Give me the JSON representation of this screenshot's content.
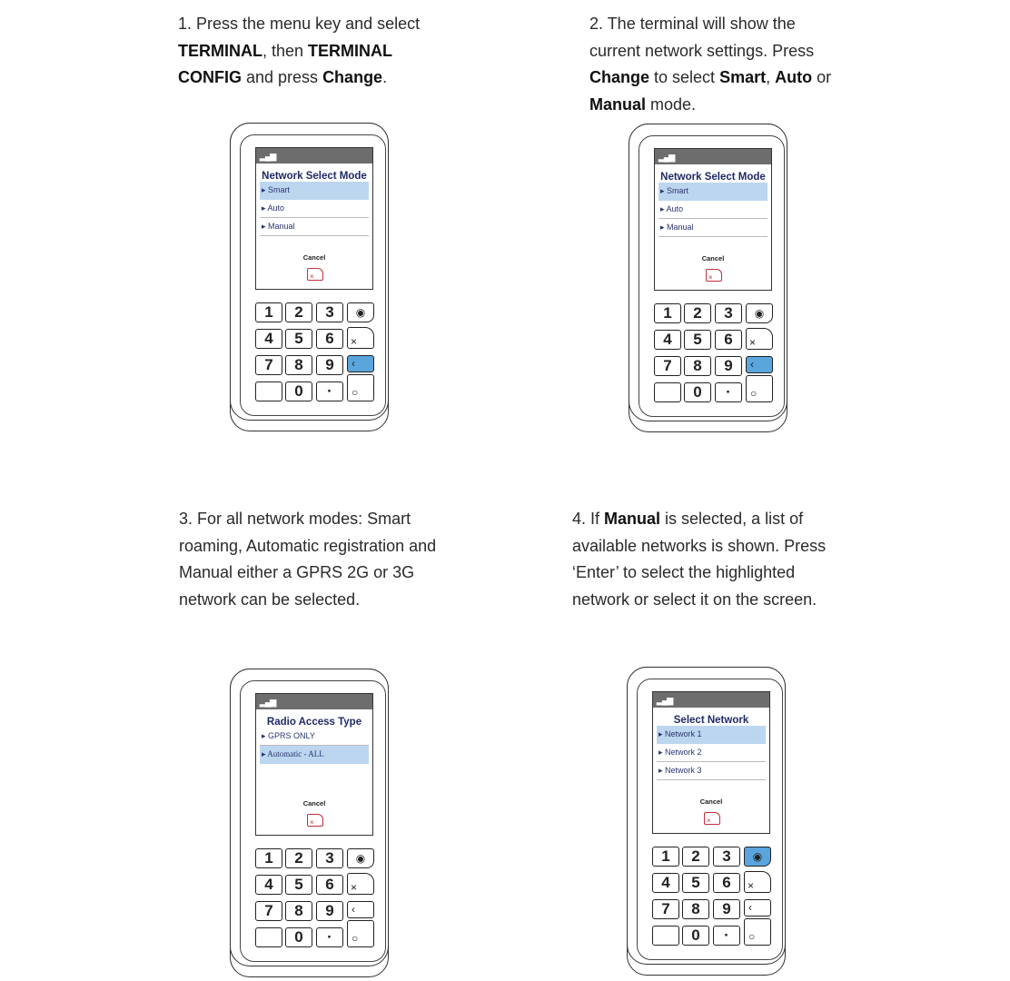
{
  "steps": [
    {
      "parts": [
        [
          "1. Press the menu key and select ",
          0
        ],
        [
          "TERMINAL",
          1
        ],
        [
          ", then ",
          0
        ],
        [
          "TERMINAL CONFIG",
          1
        ],
        [
          " and press ",
          0
        ],
        [
          "Change",
          1
        ],
        [
          ".",
          0
        ]
      ]
    },
    {
      "parts": [
        [
          "2. The terminal will show the current network settings. Press ",
          0
        ],
        [
          "Change",
          1
        ],
        [
          " to select ",
          0
        ],
        [
          "Smart",
          1
        ],
        [
          ", ",
          0
        ],
        [
          "Auto",
          1
        ],
        [
          " or ",
          0
        ],
        [
          "Manual",
          1
        ],
        [
          " mode.",
          0
        ]
      ]
    },
    {
      "parts": [
        [
          "3. For all network modes: Smart roaming, Automatic registration and Manual either a GPRS 2G or 3G network can be selected.",
          0
        ]
      ]
    },
    {
      "parts": [
        [
          "4. If ",
          0
        ],
        [
          "Manual",
          1
        ],
        [
          " is selected, a list of available networks is shown. Press ‘Enter’ to select the highlighted network or select it on the screen.",
          0
        ]
      ]
    }
  ],
  "terminals": [
    {
      "title": "Network Select Mode",
      "items": [
        "Smart",
        "Auto",
        "Manual"
      ],
      "selected": 0,
      "serif_item": -1,
      "cancel": "Cancel",
      "blue_key": "back"
    },
    {
      "title": "Network Select Mode",
      "items": [
        "Smart",
        "Auto",
        "Manual"
      ],
      "selected": 0,
      "serif_item": -1,
      "cancel": "Cancel",
      "blue_key": "back"
    },
    {
      "title": "Radio Access Type",
      "items": [
        "GPRS ONLY",
        "Automatic - ALL"
      ],
      "selected": 1,
      "serif_item": 1,
      "cancel": "Cancel",
      "blue_key": "none"
    },
    {
      "title": "Select Network",
      "items": [
        "Network 1",
        "Network 2",
        "Network 3"
      ],
      "selected": 0,
      "serif_item": -1,
      "cancel": "Cancel",
      "blue_key": "enter"
    }
  ],
  "keys": {
    "digits": [
      "1",
      "2",
      "3",
      "4",
      "5",
      "6",
      "7",
      "8",
      "9",
      "0",
      "·"
    ],
    "enter": "◉",
    "clear": "×",
    "back": "‹",
    "ok": "○"
  },
  "colors": {
    "highlight": "#bcd6ef",
    "key_blue": "#5aa5dc",
    "title": "#1f2a66",
    "cancel_red": "#c0303a"
  }
}
